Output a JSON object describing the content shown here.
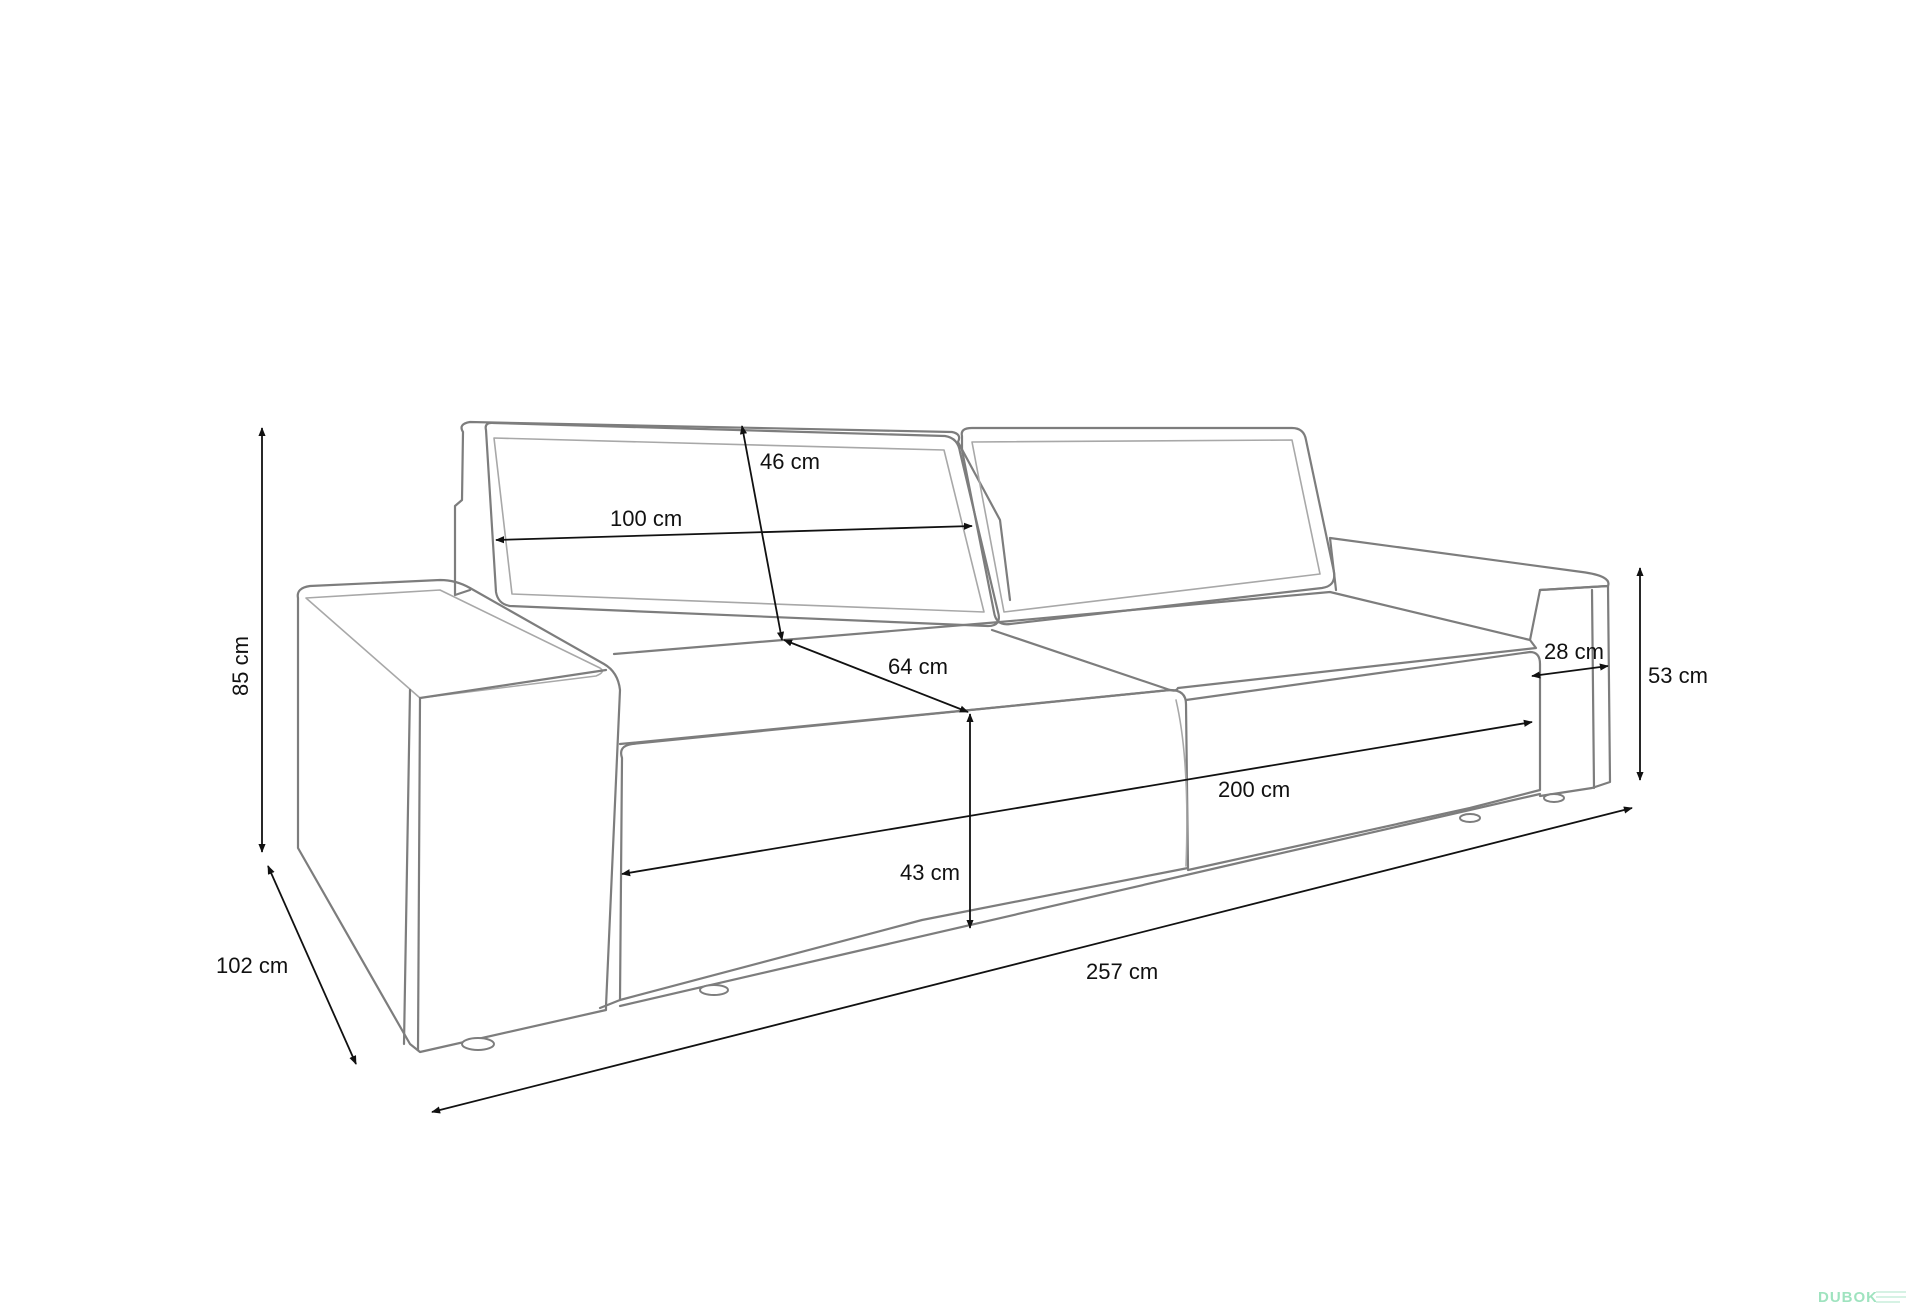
{
  "dimensions": {
    "total_width": "257 cm",
    "depth": "102 cm",
    "height": "85 cm",
    "seat_height": "43 cm",
    "seat_width": "200 cm",
    "seat_depth": "64 cm",
    "backrest_width": "100 cm",
    "backrest_height": "46 cm",
    "armrest_width": "28 cm",
    "armrest_height": "53 cm"
  },
  "watermark": {
    "text": "DUBOK"
  },
  "colors": {
    "outline": "#7d7d7d",
    "dimension": "#111111",
    "watermark": "#9fe3bf"
  }
}
